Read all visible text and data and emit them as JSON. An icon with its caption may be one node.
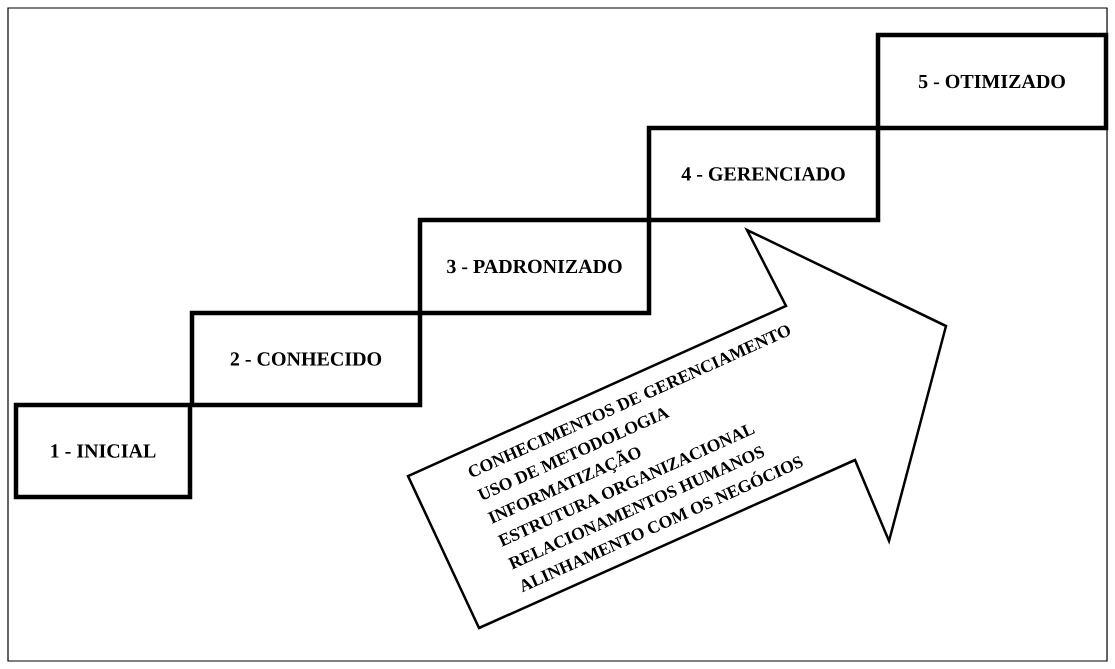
{
  "diagram": {
    "nodes": [
      {
        "text": [
          "1 - INICIAL"
        ]
      },
      {
        "text": [
          "2 - CONHECIDO"
        ]
      },
      {
        "text": [
          "3 - PADRONIZADO"
        ]
      },
      {
        "text": [
          "4 - GERENCIADO"
        ]
      },
      {
        "text": [
          "5 - OTIMIZADO"
        ]
      },
      {
        "text": [
          "CONHECIMENTOS DE GERENCIAMENTO",
          "USO DE METODOLOGIA",
          "INFORMATIZAÇÃO",
          "ESTRUTURA ORGANIZACIONAL",
          "RELACIONAMENTOS HUMANOS",
          "ALINHAMENTO COM  OS NEGÓCIOS"
        ]
      }
    ]
  }
}
